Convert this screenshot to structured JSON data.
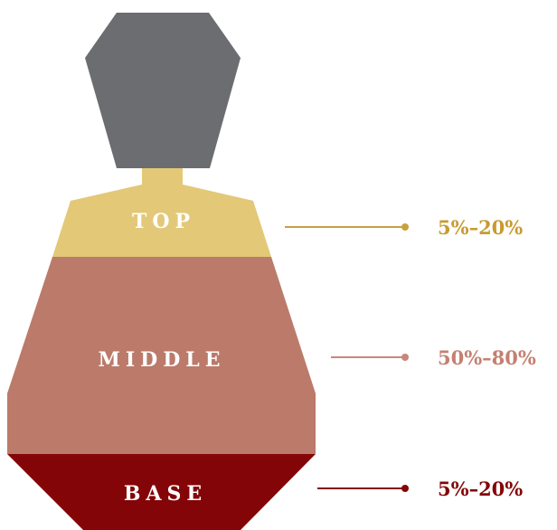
{
  "diagram": {
    "layers": [
      {
        "key": "top",
        "label": "TOP",
        "percentage": "5%–20%",
        "color": "#e3c878",
        "line_color": "#c9a040",
        "text_color": "#c89b30"
      },
      {
        "key": "middle",
        "label": "MIDDLE",
        "percentage": "50%–80%",
        "color": "#bb7a6a",
        "line_color": "#c88779",
        "text_color": "#c48070"
      },
      {
        "key": "base",
        "label": "BASE",
        "percentage": "5%–20%",
        "color": "#840507",
        "line_color": "#840507",
        "text_color": "#840507"
      }
    ],
    "cap_color": "#6c6d70"
  }
}
